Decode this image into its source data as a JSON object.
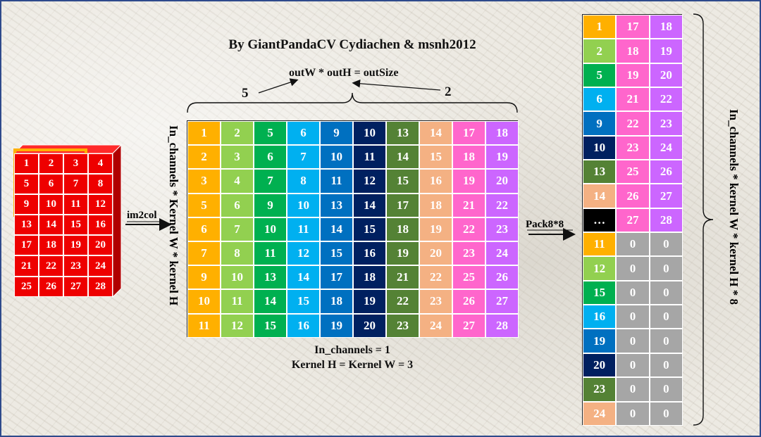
{
  "title": "By GiantPandaCV Cydiachen & msnh2012",
  "formula": "outW * outH = outSize",
  "label_5": "5",
  "label_2": "2",
  "arrow_im2col": "im2col",
  "arrow_pack": "Pack8*8",
  "vertical_left": "In_channels * Kernel W * kernel H",
  "vertical_right": "In_channels * kernel W * kernel H * 8",
  "in_channels_text": "In_channels = 1",
  "kernel_text": "Kernel H = Kernel W = 3",
  "input_grid": [
    [
      "1",
      "2",
      "3",
      "4"
    ],
    [
      "5",
      "6",
      "7",
      "8"
    ],
    [
      "9",
      "10",
      "11",
      "12"
    ],
    [
      "13",
      "14",
      "15",
      "16"
    ],
    [
      "17",
      "18",
      "19",
      "20"
    ],
    [
      "21",
      "22",
      "23",
      "24"
    ],
    [
      "25",
      "26",
      "27",
      "28"
    ]
  ],
  "column_colors": [
    "#FFB000",
    "#92D050",
    "#00B050",
    "#00B0F0",
    "#0070C0",
    "#002060",
    "#548235",
    "#F4B183",
    "#FF66CC",
    "#CC66FF"
  ],
  "main_matrix": [
    [
      "1",
      "2",
      "5",
      "6",
      "9",
      "10",
      "13",
      "14",
      "17",
      "18"
    ],
    [
      "2",
      "3",
      "6",
      "7",
      "10",
      "11",
      "14",
      "15",
      "18",
      "19"
    ],
    [
      "3",
      "4",
      "7",
      "8",
      "11",
      "12",
      "15",
      "16",
      "19",
      "20"
    ],
    [
      "5",
      "6",
      "9",
      "10",
      "13",
      "14",
      "17",
      "18",
      "21",
      "22"
    ],
    [
      "6",
      "7",
      "10",
      "11",
      "14",
      "15",
      "18",
      "19",
      "22",
      "23"
    ],
    [
      "7",
      "8",
      "11",
      "12",
      "15",
      "16",
      "19",
      "20",
      "23",
      "24"
    ],
    [
      "9",
      "10",
      "13",
      "14",
      "17",
      "18",
      "21",
      "22",
      "25",
      "26"
    ],
    [
      "10",
      "11",
      "14",
      "15",
      "18",
      "19",
      "22",
      "23",
      "26",
      "27"
    ],
    [
      "11",
      "12",
      "15",
      "16",
      "19",
      "20",
      "23",
      "24",
      "27",
      "28"
    ]
  ],
  "packed_first_column": [
    {
      "v": "1",
      "c": "#FFB000"
    },
    {
      "v": "2",
      "c": "#92D050"
    },
    {
      "v": "5",
      "c": "#00B050"
    },
    {
      "v": "6",
      "c": "#00B0F0"
    },
    {
      "v": "9",
      "c": "#0070C0"
    },
    {
      "v": "10",
      "c": "#002060"
    },
    {
      "v": "13",
      "c": "#548235"
    },
    {
      "v": "14",
      "c": "#F4B183"
    },
    {
      "v": "…",
      "c": "#000000"
    },
    {
      "v": "11",
      "c": "#FFB000"
    },
    {
      "v": "12",
      "c": "#92D050"
    },
    {
      "v": "15",
      "c": "#00B050"
    },
    {
      "v": "16",
      "c": "#00B0F0"
    },
    {
      "v": "19",
      "c": "#0070C0"
    },
    {
      "v": "20",
      "c": "#002060"
    },
    {
      "v": "23",
      "c": "#548235"
    },
    {
      "v": "24",
      "c": "#F4B183"
    }
  ],
  "packed_col2": [
    "17",
    "18",
    "19",
    "21",
    "22",
    "23",
    "25",
    "26",
    "27",
    "0",
    "0",
    "0",
    "0",
    "0",
    "0",
    "0",
    "0"
  ],
  "packed_col3": [
    "18",
    "19",
    "20",
    "22",
    "23",
    "24",
    "26",
    "27",
    "28",
    "0",
    "0",
    "0",
    "0",
    "0",
    "0",
    "0",
    "0"
  ],
  "packed_col2_colors": [
    "#FF66CC",
    "#FF66CC",
    "#FF66CC",
    "#FF66CC",
    "#FF66CC",
    "#FF66CC",
    "#FF66CC",
    "#FF66CC",
    "#FF66CC",
    "#A6A6A6",
    "#A6A6A6",
    "#A6A6A6",
    "#A6A6A6",
    "#A6A6A6",
    "#A6A6A6",
    "#A6A6A6",
    "#A6A6A6"
  ],
  "packed_col3_colors": [
    "#CC66FF",
    "#CC66FF",
    "#CC66FF",
    "#CC66FF",
    "#CC66FF",
    "#CC66FF",
    "#CC66FF",
    "#CC66FF",
    "#CC66FF",
    "#A6A6A6",
    "#A6A6A6",
    "#A6A6A6",
    "#A6A6A6",
    "#A6A6A6",
    "#A6A6A6",
    "#A6A6A6",
    "#A6A6A6"
  ],
  "colors": {
    "cube_red": "#E00000",
    "cube_side": "#B00000",
    "cube_top": "#FF2A2A",
    "highlight": "#FFB000",
    "frame": "#2E4A8C"
  }
}
